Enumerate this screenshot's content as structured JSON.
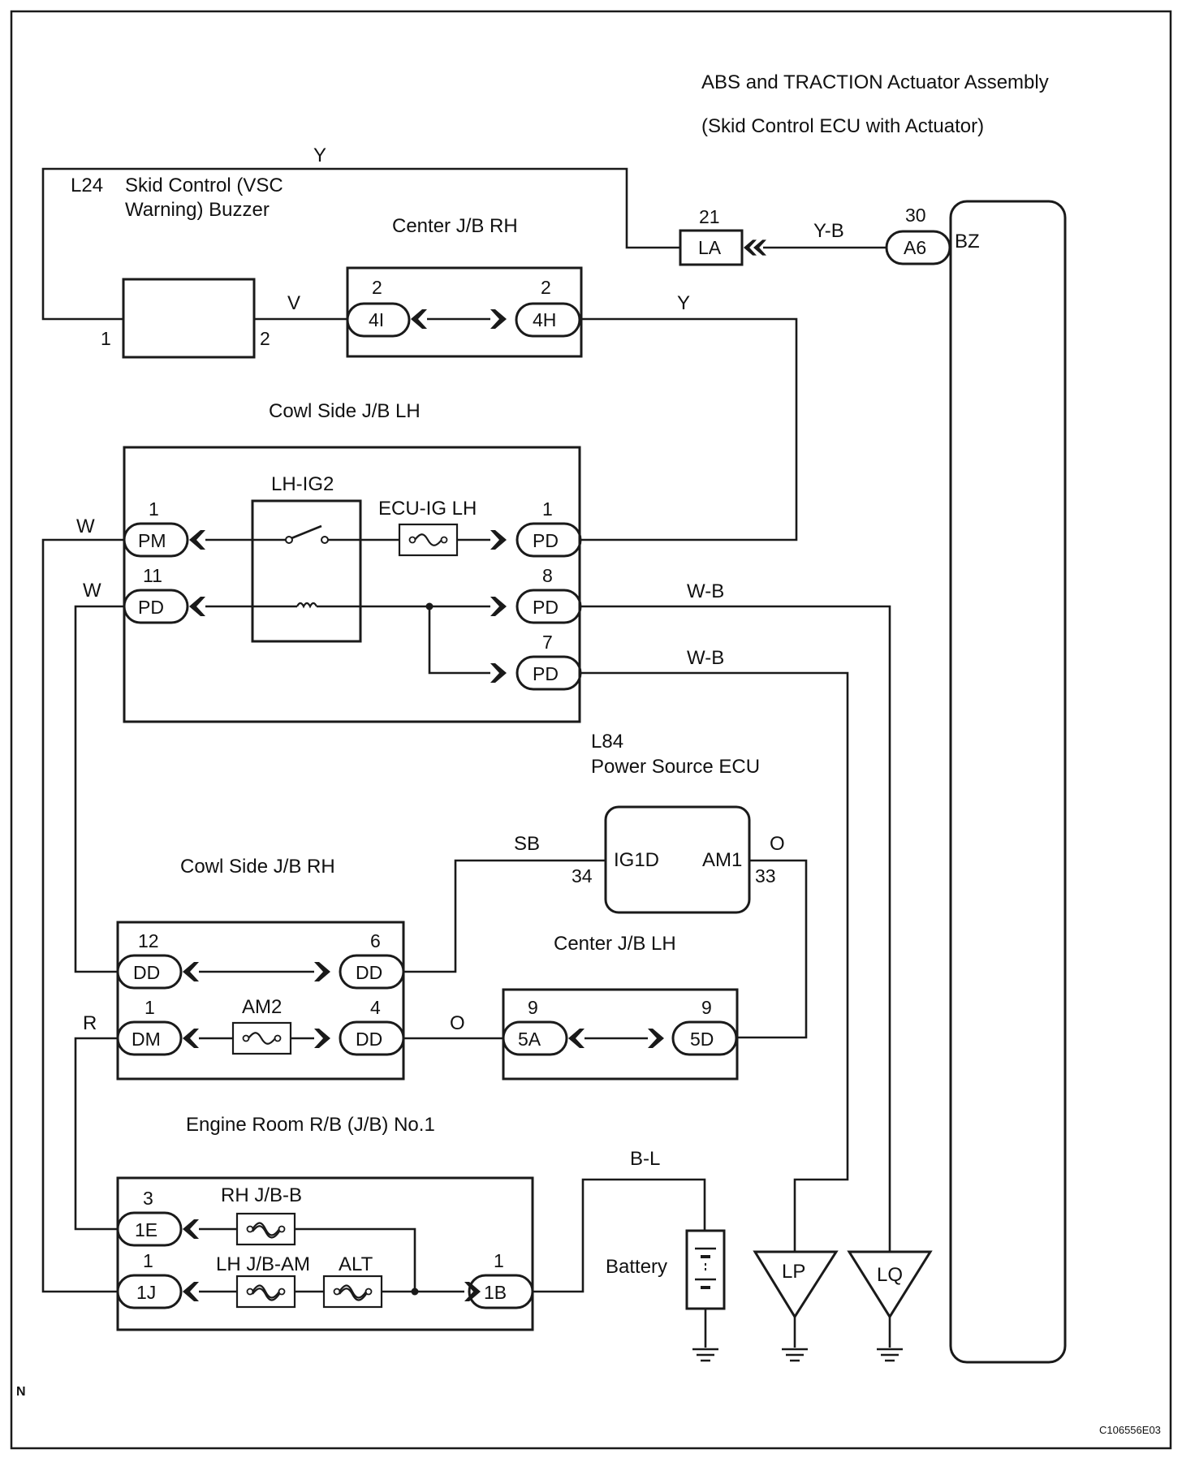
{
  "title": [
    "ABS and TRACTION Actuator Assembly",
    "(Skid Control ECU with Actuator)"
  ],
  "figure_code": "C106556E03",
  "corner_mark": "N",
  "components": {
    "buzzer": {
      "code": "L24",
      "name": [
        "Skid Control (VSC",
        "Warning) Buzzer"
      ],
      "pins": [
        "1",
        "2"
      ]
    },
    "actuator": {
      "terminal": "BZ"
    },
    "power_source_ecu": {
      "code": "L84",
      "name": "Power Source ECU",
      "terminals": [
        "IG1D",
        "AM1"
      ],
      "pins": [
        "34",
        "33"
      ]
    },
    "battery": {
      "name": "Battery"
    }
  },
  "junction_blocks": {
    "center_jb_rh": "Center J/B RH",
    "cowl_side_jb_lh": "Cowl Side J/B LH",
    "cowl_side_jb_rh": "Cowl Side J/B RH",
    "center_jb_lh": "Center J/B LH",
    "engine_room_rb": "Engine Room R/B (J/B) No.1"
  },
  "relays_fuses": {
    "relay": "LH-IG2",
    "ecu_ig_lh": "ECU-IG LH",
    "am2": "AM2",
    "rh_jb_b": "RH J/B-B",
    "lh_jb_am": "LH J/B-AM",
    "alt": "ALT"
  },
  "connectors": {
    "LA": {
      "label": "LA",
      "pin": "21"
    },
    "A6": {
      "label": "A6",
      "pin": "30"
    },
    "4I": {
      "label": "4I",
      "pin": "2"
    },
    "4H": {
      "label": "4H",
      "pin": "2"
    },
    "PM": {
      "label": "PM",
      "pin": "1"
    },
    "PD_left": {
      "label": "PD",
      "pin": "11"
    },
    "PD_1": {
      "label": "PD",
      "pin": "1"
    },
    "PD_8": {
      "label": "PD",
      "pin": "8"
    },
    "PD_7": {
      "label": "PD",
      "pin": "7"
    },
    "DD_12": {
      "label": "DD",
      "pin": "12"
    },
    "DD_6": {
      "label": "DD",
      "pin": "6"
    },
    "DM": {
      "label": "DM",
      "pin": "1"
    },
    "DD_4": {
      "label": "DD",
      "pin": "4"
    },
    "5A": {
      "label": "5A",
      "pin": "9"
    },
    "5D": {
      "label": "5D",
      "pin": "9"
    },
    "1E": {
      "label": "1E",
      "pin": "3"
    },
    "1J": {
      "label": "1J",
      "pin": "1"
    },
    "1B": {
      "label": "1B",
      "pin": "1"
    }
  },
  "wire_colors": {
    "buzzer_to_LA": "Y",
    "LA_to_A6": "Y-B",
    "buzzer_to_4I": "V",
    "4H_to_PD": "Y",
    "PM_left": "W",
    "PD_left": "W",
    "PD8_to_LQ": "W-B",
    "PD7_to_LP": "W-B",
    "ecu_IG1D": "SB",
    "ecu_AM1": "O",
    "DD4_to_5A": "O",
    "DM_left": "R",
    "1B_to_battery": "B-L"
  },
  "grounds": [
    "LP",
    "LQ"
  ]
}
